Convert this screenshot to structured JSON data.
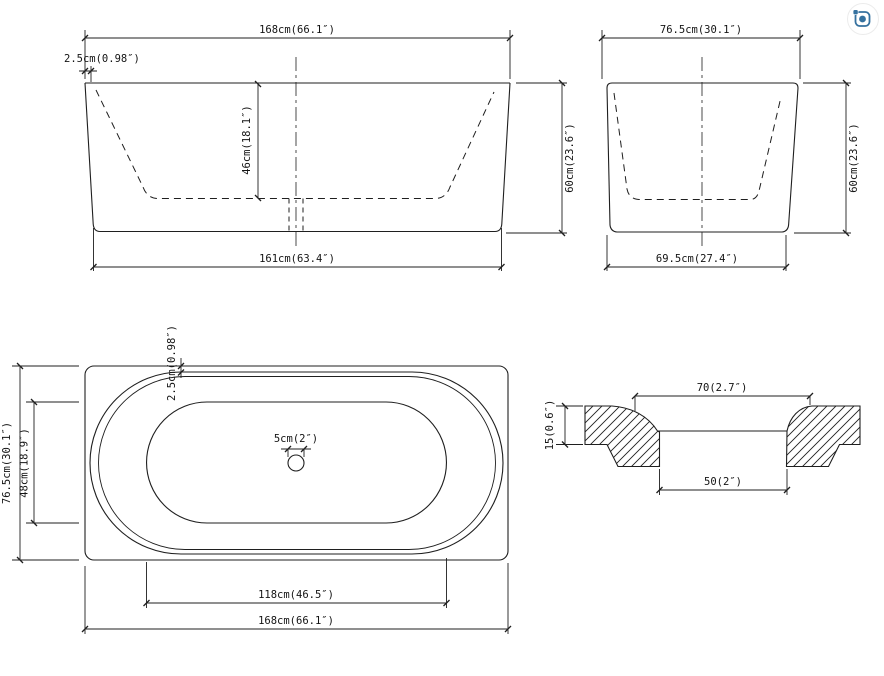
{
  "drawing": {
    "front": {
      "overall_width": "168cm(66.1″)",
      "rim_thickness": "2.5cm(0.98″)",
      "inner_depth": "46cm(18.1″)",
      "base_width": "161cm(63.4″)",
      "height": "60cm(23.6″)"
    },
    "side": {
      "overall_width": "76.5cm(30.1″)",
      "base_width": "69.5cm(27.4″)",
      "height": "60cm(23.6″)"
    },
    "plan": {
      "overall_width": "76.5cm(30.1″)",
      "basin_width": "48cm(18.9″)",
      "rim_thickness": "2.5cm(0.98″)",
      "drain_diameter": "5cm(2″)",
      "basin_length": "118cm(46.5″)",
      "overall_length": "168cm(66.1″)"
    },
    "drain_section": {
      "top_width": "70(2.7″)",
      "flange_height": "15(0.6″)",
      "bottom_width": "50(2″)"
    }
  },
  "lens_icon": {
    "name": "search-by-image",
    "color": "#35719f",
    "bubble_color": "#ffffff"
  },
  "colors": {
    "line": "#1f1f1f",
    "background": "#ffffff"
  }
}
